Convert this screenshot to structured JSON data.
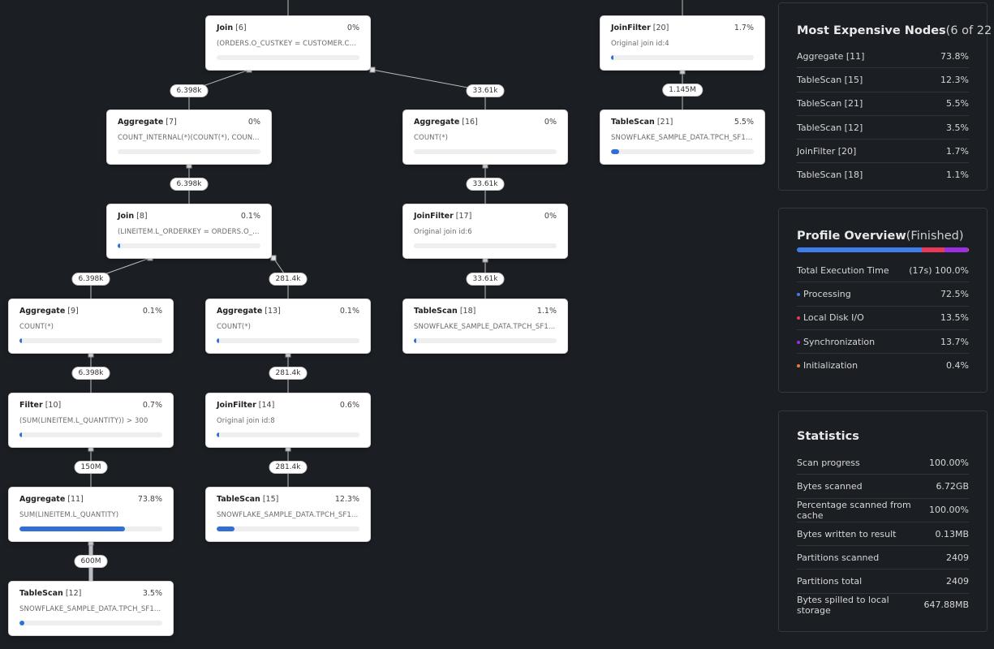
{
  "nodes": [
    {
      "name": "Join",
      "id": "[6]",
      "pct": "0%",
      "desc": "(ORDERS.O_CUSTKEY = CUSTOMER.C_...",
      "fill": 0
    },
    {
      "name": "JoinFilter",
      "id": "[20]",
      "pct": "1.7%",
      "desc": "Original join id:4",
      "fill": 1.7
    },
    {
      "name": "Aggregate",
      "id": "[7]",
      "pct": "0%",
      "desc": "COUNT_INTERNAL(*)(COUNT(*), COUN...",
      "fill": 0
    },
    {
      "name": "Aggregate",
      "id": "[16]",
      "pct": "0%",
      "desc": "COUNT(*)",
      "fill": 0
    },
    {
      "name": "TableScan",
      "id": "[21]",
      "pct": "5.5%",
      "desc": "SNOWFLAKE_SAMPLE_DATA.TPCH_SF1...",
      "fill": 5.5
    },
    {
      "name": "Join",
      "id": "[8]",
      "pct": "0.1%",
      "desc": "(LINEITEM.L_ORDERKEY = ORDERS.O_O...",
      "fill": 0.1
    },
    {
      "name": "JoinFilter",
      "id": "[17]",
      "pct": "0%",
      "desc": "Original join id:6",
      "fill": 0
    },
    {
      "name": "Aggregate",
      "id": "[9]",
      "pct": "0.1%",
      "desc": "COUNT(*)",
      "fill": 0.1
    },
    {
      "name": "Aggregate",
      "id": "[13]",
      "pct": "0.1%",
      "desc": "COUNT(*)",
      "fill": 0.1
    },
    {
      "name": "TableScan",
      "id": "[18]",
      "pct": "1.1%",
      "desc": "SNOWFLAKE_SAMPLE_DATA.TPCH_SF1...",
      "fill": 1.1
    },
    {
      "name": "Filter",
      "id": "[10]",
      "pct": "0.7%",
      "desc": "(SUM(LINEITEM.L_QUANTITY)) > 300",
      "fill": 0.7
    },
    {
      "name": "JoinFilter",
      "id": "[14]",
      "pct": "0.6%",
      "desc": "Original join id:8",
      "fill": 0.6
    },
    {
      "name": "Aggregate",
      "id": "[11]",
      "pct": "73.8%",
      "desc": "SUM(LINEITEM.L_QUANTITY)",
      "fill": 73.8
    },
    {
      "name": "TableScan",
      "id": "[15]",
      "pct": "12.3%",
      "desc": "SNOWFLAKE_SAMPLE_DATA.TPCH_SF1...",
      "fill": 12.3
    },
    {
      "name": "TableScan",
      "id": "[12]",
      "pct": "3.5%",
      "desc": "SNOWFLAKE_SAMPLE_DATA.TPCH_SF1...",
      "fill": 3.5
    }
  ],
  "edges": [
    {
      "label": "6.398k"
    },
    {
      "label": "33.61k"
    },
    {
      "label": "1.145M"
    },
    {
      "label": "6.398k"
    },
    {
      "label": "33.61k"
    },
    {
      "label": "6.398k"
    },
    {
      "label": "281.4k"
    },
    {
      "label": "33.61k"
    },
    {
      "label": "6.398k"
    },
    {
      "label": "281.4k"
    },
    {
      "label": "150M"
    },
    {
      "label": "281.4k"
    },
    {
      "label": "600M"
    }
  ],
  "expensive": {
    "title": "Most Expensive Nodes",
    "subtitle": "(6 of 22",
    "rows": [
      {
        "label": "Aggregate [11]",
        "value": "73.8%"
      },
      {
        "label": "TableScan [15]",
        "value": "12.3%"
      },
      {
        "label": "TableScan [21]",
        "value": "5.5%"
      },
      {
        "label": "TableScan [12]",
        "value": "3.5%"
      },
      {
        "label": "JoinFilter [20]",
        "value": "1.7%"
      },
      {
        "label": "TableScan [18]",
        "value": "1.1%"
      }
    ]
  },
  "overview": {
    "title": "Profile Overview",
    "subtitle": "(Finished)",
    "total_label": "Total Execution Time",
    "total_value": "(17s) 100.0%",
    "breakdown": [
      {
        "label": "Processing",
        "value": "72.5%",
        "percent": 72.5,
        "color": "#3f7ee8"
      },
      {
        "label": "Local Disk I/O",
        "value": "13.5%",
        "percent": 13.5,
        "color": "#e8395b"
      },
      {
        "label": "Synchronization",
        "value": "13.7%",
        "percent": 13.7,
        "color": "#9b30e0"
      },
      {
        "label": "Initialization",
        "value": "0.4%",
        "percent": 0.4,
        "color": "#f07a3a"
      }
    ]
  },
  "statistics": {
    "title": "Statistics",
    "rows": [
      {
        "label": "Scan progress",
        "value": "100.00%"
      },
      {
        "label": "Bytes scanned",
        "value": "6.72GB"
      },
      {
        "label": "Percentage scanned from cache",
        "value": "100.00%"
      },
      {
        "label": "Bytes written to result",
        "value": "0.13MB"
      },
      {
        "label": "Partitions scanned",
        "value": "2409"
      },
      {
        "label": "Partitions total",
        "value": "2409"
      },
      {
        "label": "Bytes spilled to local storage",
        "value": "647.88MB"
      }
    ]
  }
}
